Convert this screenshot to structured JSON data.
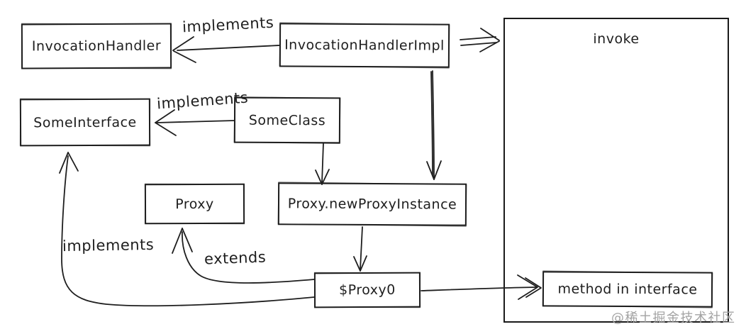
{
  "diagram": {
    "nodes": {
      "invocation_handler": "InvocationHandler",
      "invocation_handler_impl": "InvocationHandlerImpl",
      "some_interface": "SomeInterface",
      "some_class": "SomeClass",
      "proxy": "Proxy",
      "proxy_new_proxy_instance": "Proxy.newProxyInstance",
      "proxy0": "$Proxy0",
      "invoke": "invoke",
      "method_in_interface": "method in interface"
    },
    "edge_labels": {
      "implements_handler": "implements",
      "implements_interface": "implements",
      "implements_proxy0": "implements",
      "extends_proxy0": "extends"
    },
    "watermark": "@稀土掘金技术社区",
    "colors": {
      "stroke": "#1e1e1e",
      "background": "#ffffff",
      "watermark": "#a3a3a3"
    }
  }
}
